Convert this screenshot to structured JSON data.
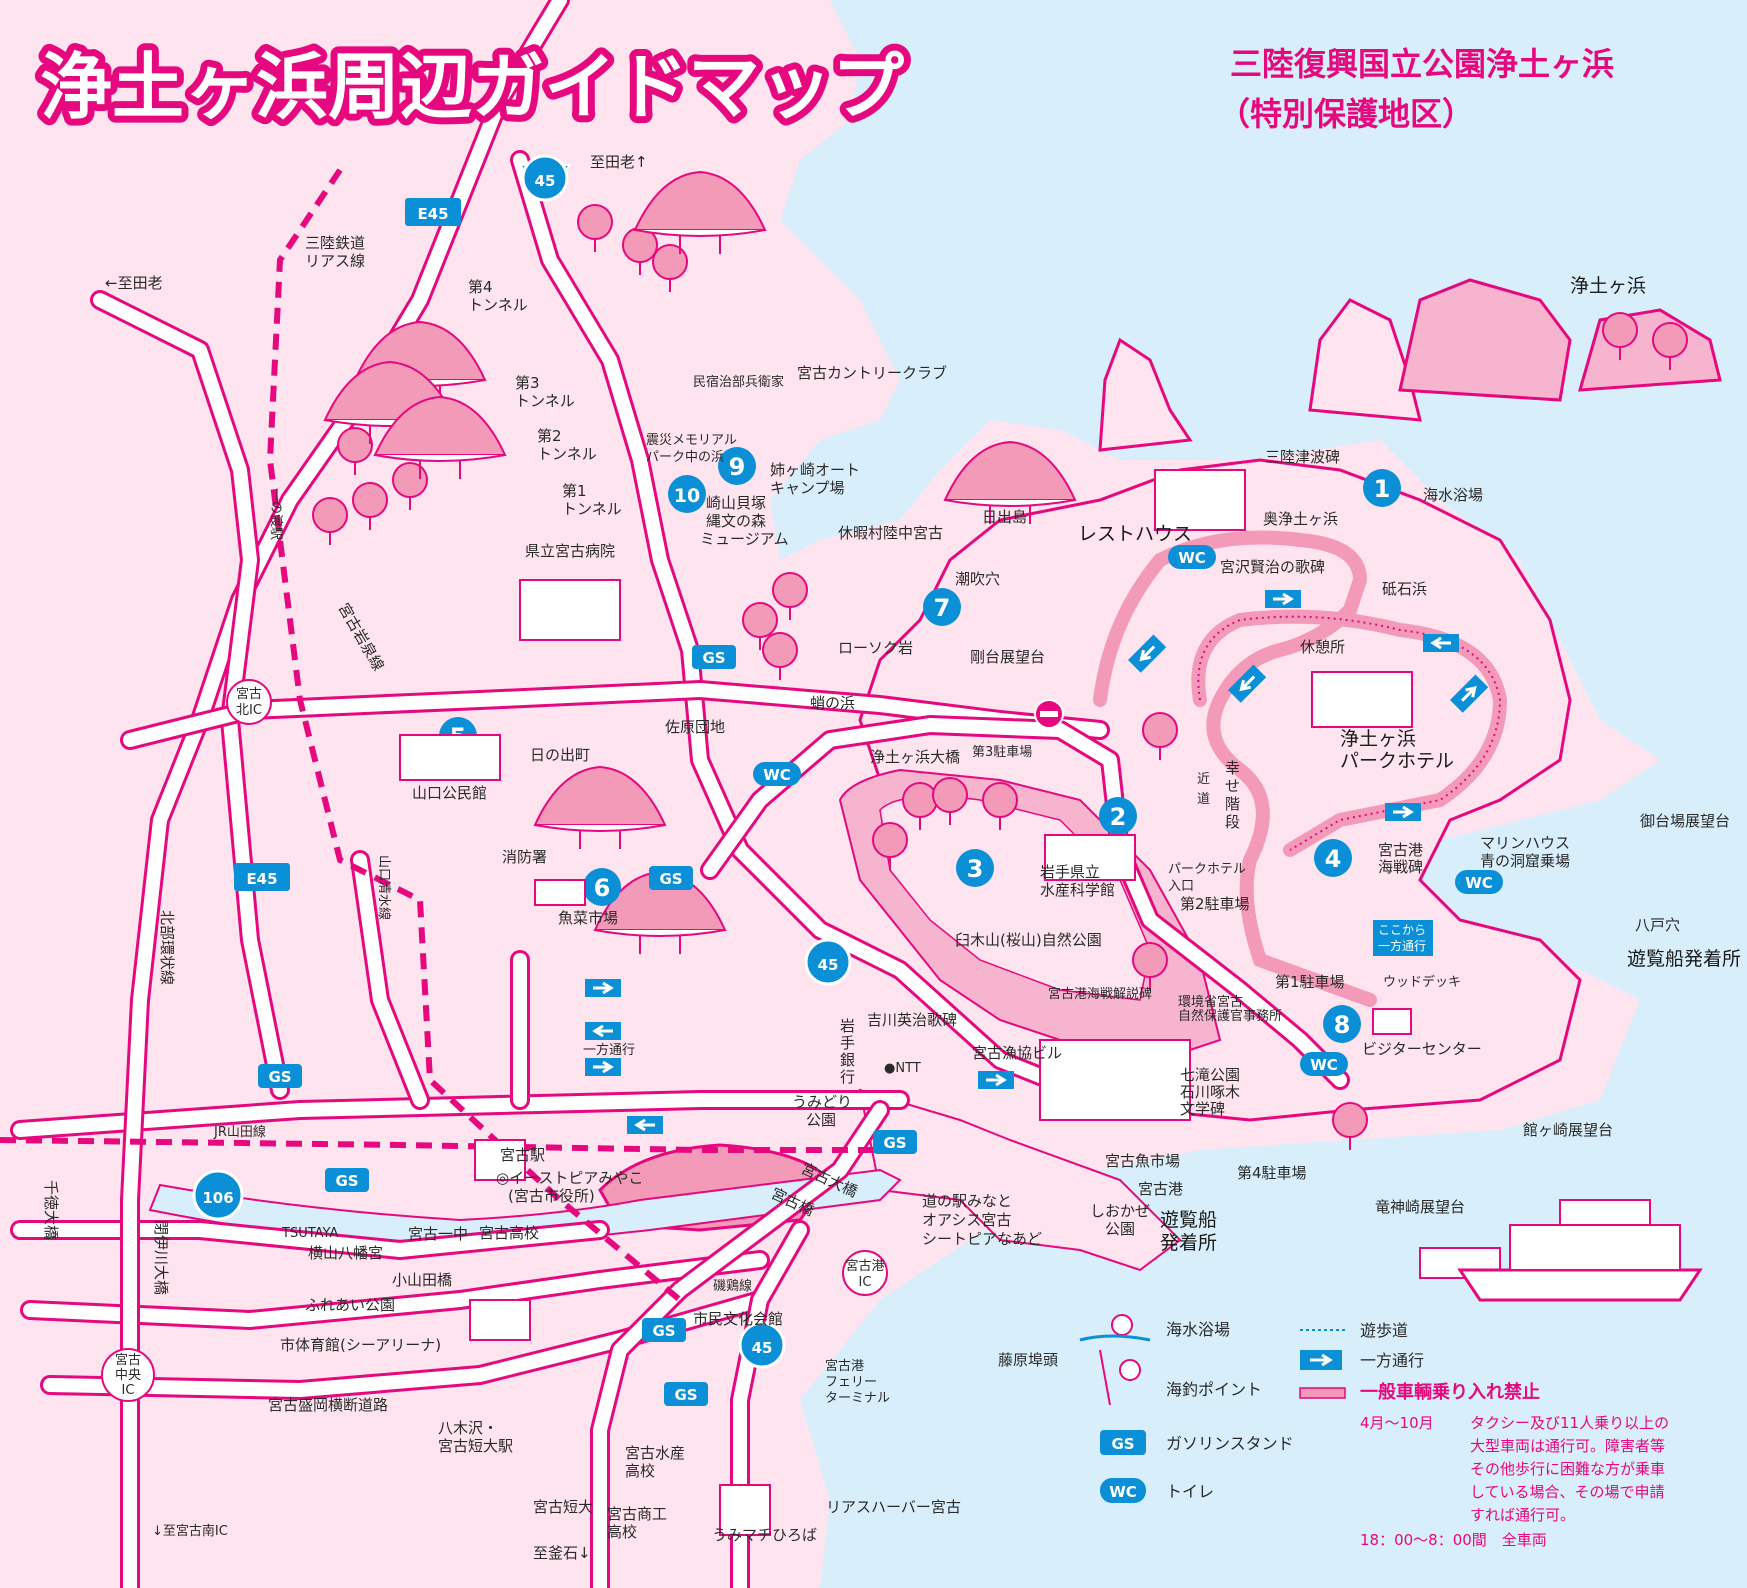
{
  "title": "浄土ヶ浜周辺ガイドマップ",
  "subtitle_line1": "三陸復興国立公園浄土ヶ浜",
  "subtitle_line2": "（特別保護地区）",
  "colors": {
    "sea": "#d8eefa",
    "land": "#fde4ee",
    "road": "#e5087e",
    "blue": "#0b8fd6",
    "park": "#f7b4cf"
  },
  "route_badges": {
    "r45_a": "45",
    "r45_b": "45",
    "r45_c": "45",
    "r106": "106",
    "e45_a": "E45",
    "e45_b": "E45"
  },
  "gs": [
    "GS",
    "GS",
    "GS",
    "GS",
    "GS",
    "GS",
    "GS"
  ],
  "wc": [
    "WC",
    "WC",
    "WC",
    "WC"
  ],
  "spots": {
    "s1": "1",
    "s2": "2",
    "s3": "3",
    "s4": "4",
    "s5": "5",
    "s6": "6",
    "s7": "7",
    "s8": "8",
    "s9": "9",
    "s10": "10"
  },
  "labels": {
    "to_taro_top": "至田老↑",
    "to_taro_left": "←至田老",
    "sanriku_rail_1": "三陸鉄道",
    "sanriku_rail_2": "リアス線",
    "tunnel4_a": "第4",
    "tunnel4_b": "トンネル",
    "tunnel3_a": "第3",
    "tunnel3_b": "トンネル",
    "tunnel2_a": "第2",
    "tunnel2_b": "トンネル",
    "tunnel1_a": "第1",
    "tunnel1_b": "トンネル",
    "minshuku": "民宿治部兵衛家",
    "country_club": "宮古カントリークラブ",
    "memorial_a": "震災メモリアル",
    "memorial_b": "パーク中の浜",
    "anegasaki_a": "姉ヶ崎オート",
    "anegasaki_b": "キャンプ場",
    "sakiyama_a": "崎山貝塚",
    "sakiyama_b": "縄文の森",
    "sakiyama_c": "ミュージアム",
    "kyukamura": "休暇村陸中宮古",
    "hideshima": "日出島",
    "rest_house": "レストハウス",
    "tsunami_monument": "三陸津波碑",
    "kaisuiyokujo_map": "海水浴場",
    "oku_jodogahama": "奥浄土ヶ浜",
    "jodogahama_label": "浄土ヶ浜",
    "kenji_monument": "宮沢賢治の歌碑",
    "togishihama": "砥石浜",
    "kyukeisho": "休憩所",
    "park_hotel_a": "浄土ヶ浜",
    "park_hotel_b": "パークホテル",
    "kenritsu_hospital": "県立宮古病院",
    "shiofukiana": "潮吹穴",
    "rosokuiwa": "ローソク岩",
    "godai_tenbo": "剛台展望台",
    "kanoko_hama": "蛸の浜",
    "sawara_danchi": "佐原団地",
    "hinode": "日の出町",
    "yamaguchi_kominkan": "山口公民館",
    "jodogahama_bridge": "浄土ヶ浜大橋",
    "parking3": "第3駐車場",
    "shiawase_a": "幸",
    "shiawase_b": "せ",
    "shiawase_c": "階",
    "shiawase_d": "段",
    "kindo_a": "近",
    "kindo_b": "道",
    "iwate_suisan_a": "岩手県立",
    "iwate_suisan_b": "水産科学館",
    "park_hotel_entrance_a": "パークホテル",
    "park_hotel_entrance_b": "入口",
    "parking2": "第2駐車場",
    "marine_house_a": "マリンハウス",
    "marine_house_b": "青の洞窟乗場",
    "kaisen_monument_a": "宮古港",
    "kaisen_monument_b": "海戦碑",
    "one_way_here_a": "ここから",
    "one_way_here_b": "一方通行",
    "odaiba_tenbo": "御台場展望台",
    "hachinoheana": "八戸穴",
    "yuransen_hatchaku": "遊覧船発着所",
    "shobosho": "消防署",
    "uosai_ichiba": "魚菜市場",
    "usukiyama": "臼木山(桜山)自然公園",
    "kaisen_kaisetsu": "宮古港海戦解説碑",
    "kankyosho_a": "環境省宮古",
    "kankyosho_b": "自然保護官事務所",
    "parking1": "第1駐車場",
    "wood_deck": "ウッドデッキ",
    "visitor_center": "ビジターセンター",
    "ippo_tsuko": "一方通行",
    "yoshikawa_a": "吉川英治歌碑",
    "iwate_bank_a": "岩",
    "iwate_bank_b": "手",
    "iwate_bank_c": "銀",
    "iwate_bank_d": "行",
    "ntt": "●NTT",
    "gyokyo_building": "宮古漁協ビル",
    "shichitaki_a": "七滝公園",
    "shichitaki_b": "石川啄木",
    "shichitaki_c": "文学碑",
    "umidori_a": "うみどり",
    "umidori_b": "公園",
    "jr_yamada": "JR山田線",
    "miyako_station": "宮古駅",
    "eastpia_a": "◎イーストピアみやこ",
    "eastpia_b": "(宮古市役所)",
    "miyako_uoichi": "宮古魚市場",
    "miyako_port": "宮古港",
    "michinoeki_a": "道の駅みなと",
    "michinoeki_b": "オアシス宮古",
    "michinoeki_c": "シートピアなあど",
    "shiokaze_a": "しおかぜ",
    "shiokaze_b": "公園",
    "yuransen_port_a": "遊覧船",
    "yuransen_port_b": "発着所",
    "parking4": "第4駐車場",
    "tatsugasaki": "館ヶ崎展望台",
    "ryujinzaki": "竜神崎展望台",
    "miyako_ohashi": "宮古大橋",
    "miyako_bashi": "宮古橋",
    "tsutaya": "TSUTAYA",
    "miyako_ichuu": "宮古一中",
    "miyako_koukou": "宮古高校",
    "yokoyama_hachimangu": "横山八幡宮",
    "koyamadabashi": "小山田橋",
    "fureai_koen": "ふれあい公園",
    "shitaiikukan": "市体育館(シーアリーナ)",
    "shimin_bunka": "市民文化会館",
    "kusaribashi": "磯鶏線",
    "fujiwara_futo": "藤原埠頭",
    "ferry_a": "宮古港",
    "ferry_b": "フェリー",
    "ferry_c": "ターミナル",
    "yagisawa_a": "八木沢・",
    "yagisawa_b": "宮古短大駅",
    "miyako_suisan_a": "宮古水産",
    "miyako_suisan_b": "高校",
    "miyako_tandai": "宮古短大",
    "miyako_shoko_a": "宮古商工",
    "miyako_shoko_b": "高校",
    "to_kamaishi": "至釜石↓",
    "umimachi": "うみマチひろば",
    "rias_harbor": "リアスハーバー宮古",
    "morioka_road": "宮古盛岡横断道路",
    "to_miyako_minami": "↓至宮古南IC",
    "kita_ic_a": "宮古",
    "kita_ic_b": "北IC",
    "chuo_ic_a": "宮古",
    "chuo_ic_b": "中央",
    "chuo_ic_c": "IC",
    "port_ic_a": "宮古港",
    "port_ic_b": "IC",
    "hokubu_kanjo": "北部環状線",
    "miyako_iwaizumi": "宮古岩泉線",
    "ichinowatari": "一の渡駅",
    "yamaguchi_shimizu": "山口清水線",
    "sentoku_ohashi": "千徳大橋",
    "heii_ohashi": "閉伊川大橋"
  },
  "legend": {
    "swim": "海水浴場",
    "fish": "海釣ポイント",
    "gs_badge": "GS",
    "gs": "ガソリンスタンド",
    "wc_badge": "WC",
    "wc": "トイレ",
    "walk": "遊歩道",
    "oneway": "一方通行",
    "noentry": "一般車輌乗り入れ禁止",
    "note_period": "4月～10月",
    "note1": "タクシー及び11人乗り以上の",
    "note2": "大型車両は通行可。障害者等",
    "note3": "その他歩行に困難な方が乗車",
    "note4": "している場合、その場で申請",
    "note5": "すれば通行可。",
    "note6": "18：00～8：00間　全車両"
  }
}
